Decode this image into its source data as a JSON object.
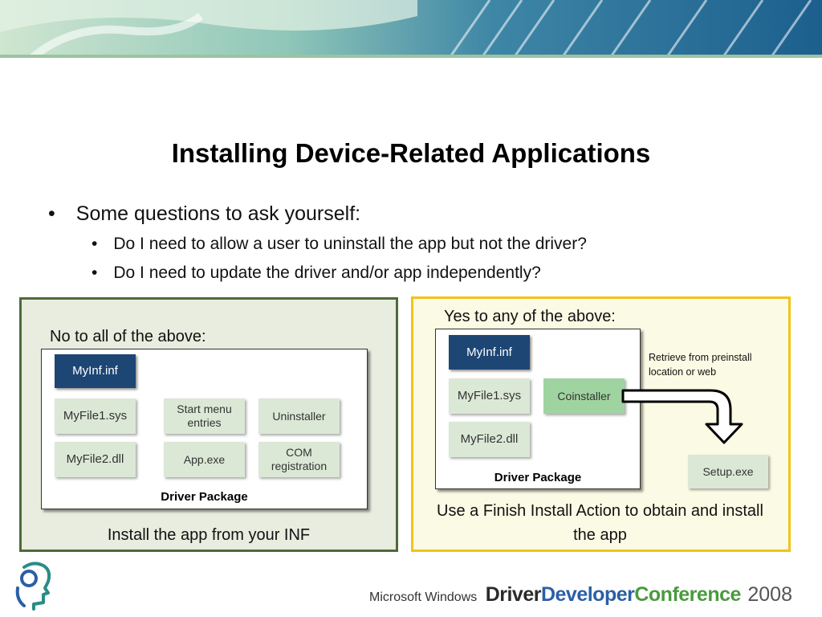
{
  "slide": {
    "title": "Installing Device-Related Applications",
    "bullets": {
      "main": "Some questions to ask yourself:",
      "sub": [
        "Do I need to allow a user to uninstall the app but not the driver?",
        "Do I need to update the driver and/or app independently?"
      ]
    }
  },
  "left": {
    "heading": "No to all of the above:",
    "tiles": {
      "inf": "MyInf.inf",
      "sys": "MyFile1.sys",
      "dll": "MyFile2.dll",
      "start_menu": "Start menu entries",
      "uninstaller": "Uninstaller",
      "app": "App.exe",
      "com": "COM registration"
    },
    "package_label": "Driver Package",
    "caption": "Install the app from your INF"
  },
  "right": {
    "heading": "Yes to any of the above:",
    "tiles": {
      "inf": "MyInf.inf",
      "sys": "MyFile1.sys",
      "coinstaller": "Coinstaller",
      "dll": "MyFile2.dll",
      "setup": "Setup.exe"
    },
    "package_label": "Driver Package",
    "note": "Retrieve from preinstall location or web",
    "caption": "Use a Finish Install Action to obtain and install the app"
  },
  "footer": {
    "microsoft_windows": "Microsoft Windows",
    "driver": "Driver",
    "developer": "Developer",
    "conference": "Conference",
    "year": "2008"
  },
  "colors": {
    "left_panel_bg": "#e8eddf",
    "left_panel_border": "#4e6a3a",
    "right_panel_bg": "#fbfae4",
    "right_panel_border": "#f2c318",
    "inf_tile": "#1d4675",
    "file_tile": "#dbe8d6",
    "coinstaller_tile": "#9fd4a1"
  },
  "icons": {
    "logo": "head-with-gear-logo",
    "arrow": "bent-arrow-icon"
  }
}
